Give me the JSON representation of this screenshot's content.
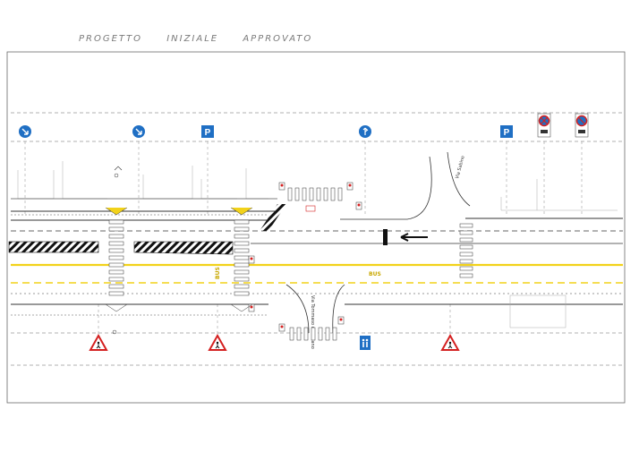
{
  "drawing": {
    "title_words": [
      "PROGETTO",
      "INIZIALE",
      "APPROVATO"
    ],
    "street_labels": {
      "lower_street": "Via Tommaso da Celano",
      "upper_street": "Via Sabino"
    },
    "bus_lane_labels": [
      "BUS",
      "BUS"
    ],
    "signs": [
      {
        "type": "mandatory-direction",
        "icon": "arrow-down-right-icon"
      },
      {
        "type": "mandatory-direction",
        "icon": "arrow-down-right-icon"
      },
      {
        "type": "parking",
        "text": "P"
      },
      {
        "type": "direction-straight-right",
        "icon": "straight-right-arrow-icon"
      },
      {
        "type": "parking",
        "text": "P"
      },
      {
        "type": "no-stopping",
        "icon": "no-stopping-icon"
      },
      {
        "type": "no-parking",
        "icon": "no-parking-icon"
      }
    ],
    "warning_signs": [
      {
        "type": "pedestrian-crossing",
        "icon": "pedestrian-warning-icon"
      },
      {
        "type": "pedestrian-crossing",
        "icon": "pedestrian-warning-icon"
      },
      {
        "type": "pedestrian-crossing",
        "icon": "pedestrian-warning-icon"
      }
    ],
    "colors": {
      "sign_blue": "#1f6fc4",
      "warning_red": "#d42020",
      "bus_lane_yellow": "#f2d21a",
      "line_dark": "#222222",
      "construction_gray": "#9a9a9a"
    }
  }
}
